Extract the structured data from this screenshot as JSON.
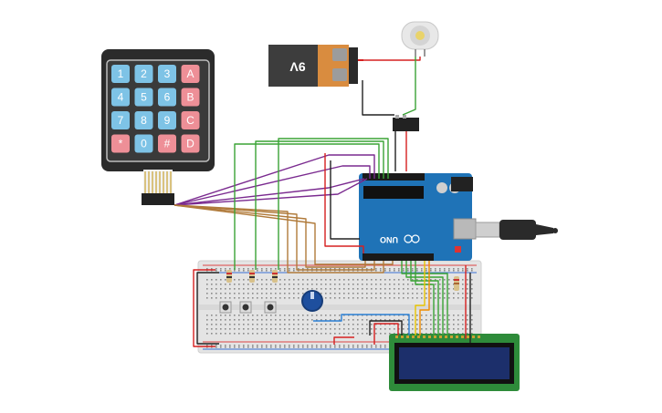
{
  "keypad": {
    "keys": [
      {
        "label": "1",
        "kind": "num"
      },
      {
        "label": "2",
        "kind": "num"
      },
      {
        "label": "3",
        "kind": "num"
      },
      {
        "label": "A",
        "kind": "letter"
      },
      {
        "label": "4",
        "kind": "num"
      },
      {
        "label": "5",
        "kind": "num"
      },
      {
        "label": "6",
        "kind": "num"
      },
      {
        "label": "B",
        "kind": "letter"
      },
      {
        "label": "7",
        "kind": "num"
      },
      {
        "label": "8",
        "kind": "num"
      },
      {
        "label": "9",
        "kind": "num"
      },
      {
        "label": "C",
        "kind": "letter"
      },
      {
        "label": "*",
        "kind": "letter"
      },
      {
        "label": "0",
        "kind": "num"
      },
      {
        "label": "#",
        "kind": "letter"
      },
      {
        "label": "D",
        "kind": "letter"
      }
    ]
  },
  "battery": {
    "label": "9V"
  },
  "arduino": {
    "label": "UNO"
  },
  "colors": {
    "key_num": "#7ec3e6",
    "key_letter": "#ee8f97",
    "keypad_body": "#2b2b2b",
    "board": "#1f73b7",
    "breadboard": "#e4e4e4",
    "lcd_pcb": "#2e8b3a",
    "lcd_screen": "#1c2f6b",
    "wire_green": "#3aa335",
    "wire_brown": "#b07a3a",
    "wire_purple": "#7a2a8f",
    "wire_red": "#d62020",
    "wire_black": "#222222",
    "wire_blue": "#2a7fd4",
    "wire_orange": "#f08c00",
    "wire_yellow": "#e8c400"
  }
}
